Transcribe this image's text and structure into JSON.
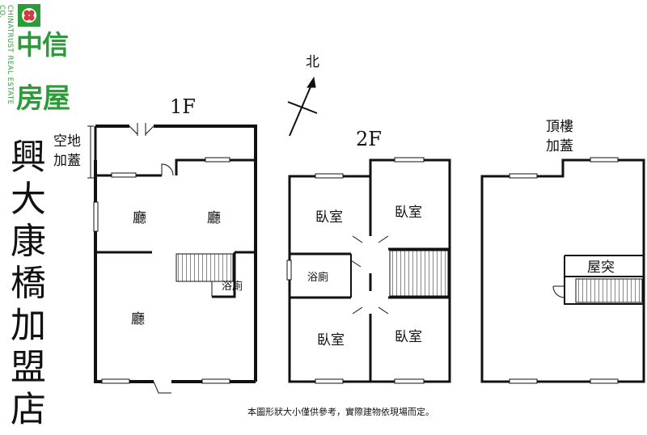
{
  "brand": {
    "name_line1": "中信",
    "name_line2": "房屋",
    "english_vertical": "CHINATRUST REAL ESTATE CO.",
    "color": "#2e9b3b"
  },
  "store": {
    "characters": [
      "興",
      "大",
      "康",
      "橋",
      "加",
      "盟",
      "店"
    ]
  },
  "floors": {
    "f1": {
      "label": "1F",
      "rooms": {
        "hall_left": "廳",
        "hall_right": "廳",
        "hall_main": "廳",
        "bath": "浴廁"
      },
      "annex": "空地\n加蓋",
      "annex_line1": "空地",
      "annex_line2": "加蓋"
    },
    "f2": {
      "label": "2F",
      "rooms": {
        "bedroom_tl": "臥室",
        "bedroom_tr": "臥室",
        "bath": "浴廁",
        "bedroom_bl": "臥室",
        "bedroom_br": "臥室"
      }
    },
    "roof": {
      "label_line1": "頂樓",
      "label_line2": "加蓋",
      "rooms": {
        "stair_house": "屋突"
      }
    }
  },
  "compass": {
    "north_label": "北",
    "icon": "north-arrow-icon"
  },
  "disclaimer": "本圖形狀大小僅供參考，實際建物依現場而定。"
}
